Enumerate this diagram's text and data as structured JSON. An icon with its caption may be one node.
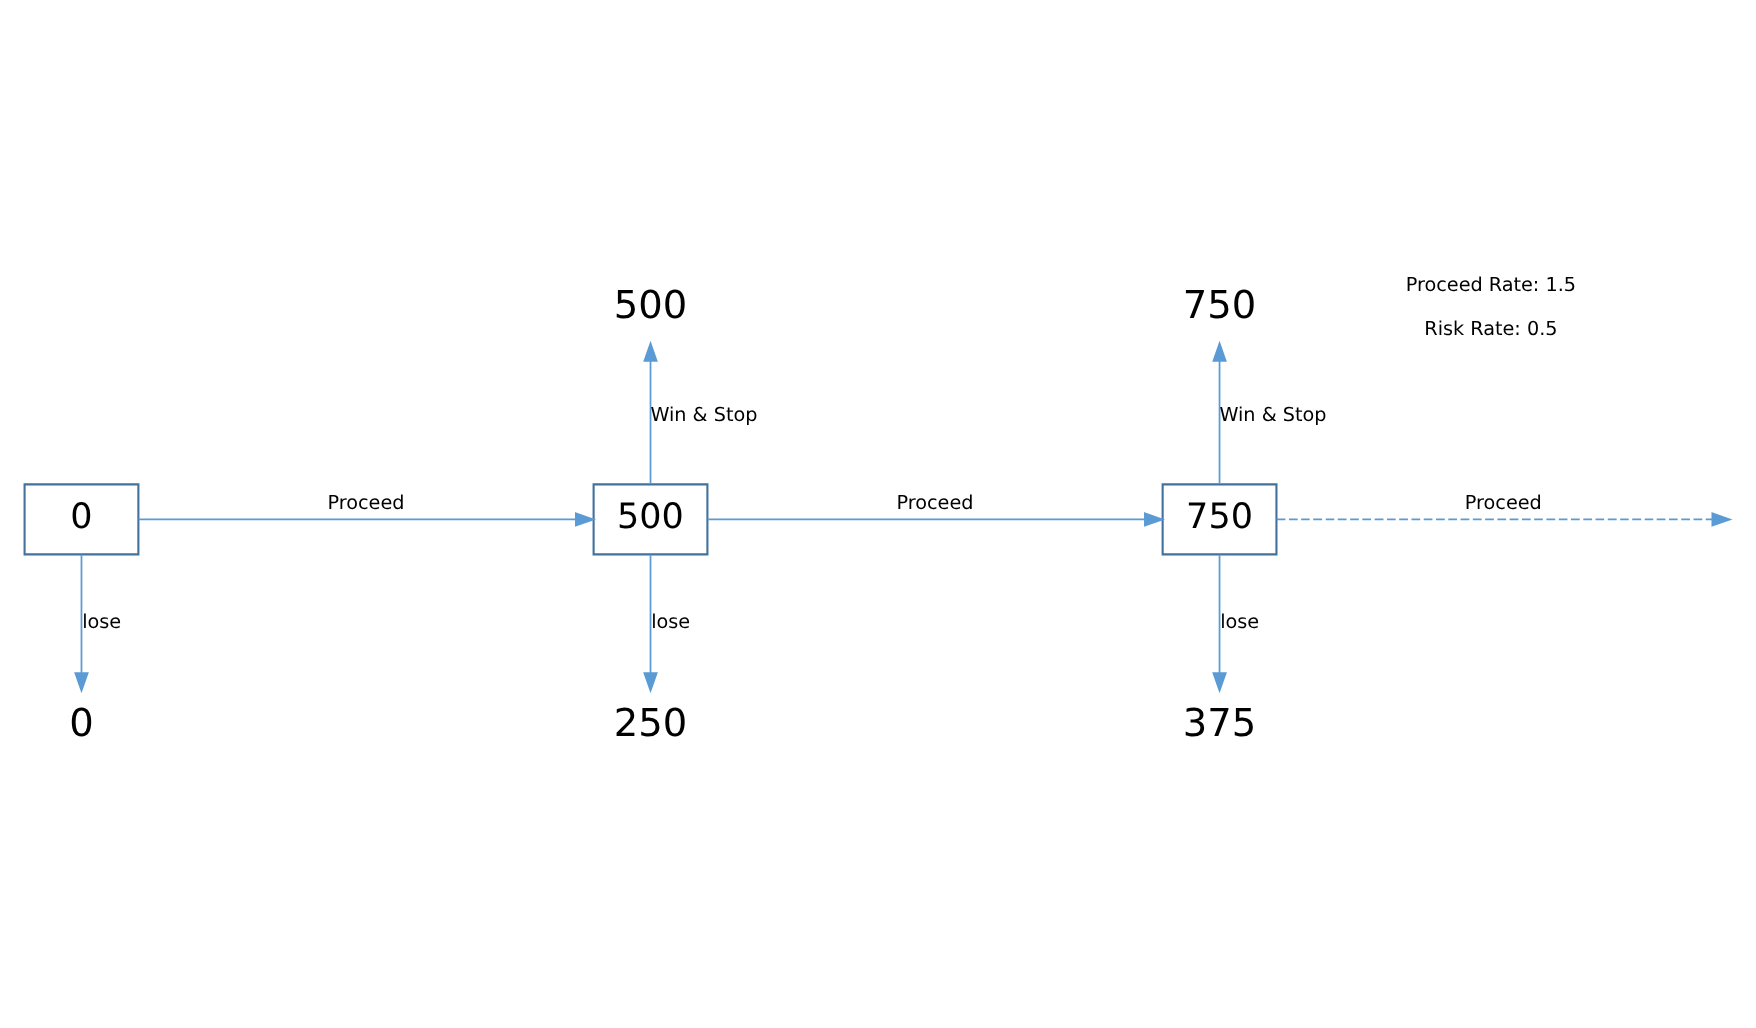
{
  "diagram": {
    "nodes": [
      {
        "text": [
          "0"
        ]
      },
      {
        "text": [
          "500"
        ]
      },
      {
        "text": [
          "750"
        ]
      },
      {
        "text": [
          "500"
        ]
      },
      {
        "text": [
          "750"
        ]
      },
      {
        "text": [
          "0"
        ]
      },
      {
        "text": [
          "250"
        ]
      },
      {
        "text": [
          "375"
        ]
      }
    ],
    "edges": [
      {
        "from": 0,
        "to": 1,
        "arrow": "to",
        "label": "Proceed"
      },
      {
        "from": 1,
        "to": 2,
        "arrow": "to",
        "label": "Proceed"
      },
      {
        "from": 2,
        "to": null,
        "arrow": "to",
        "label": "Proceed",
        "style": "dashed"
      },
      {
        "from": 1,
        "to": 3,
        "arrow": "to",
        "label": "Win & Stop"
      },
      {
        "from": 2,
        "to": 4,
        "arrow": "to",
        "label": "Win & Stop"
      },
      {
        "from": 0,
        "to": 5,
        "arrow": "to",
        "label": "lose"
      },
      {
        "from": 1,
        "to": 6,
        "arrow": "to",
        "label": "lose"
      },
      {
        "from": 2,
        "to": 7,
        "arrow": "to",
        "label": "lose"
      }
    ],
    "labels": [
      "Proceed Rate: 1.5",
      "Risk Rate: 0.5"
    ]
  }
}
